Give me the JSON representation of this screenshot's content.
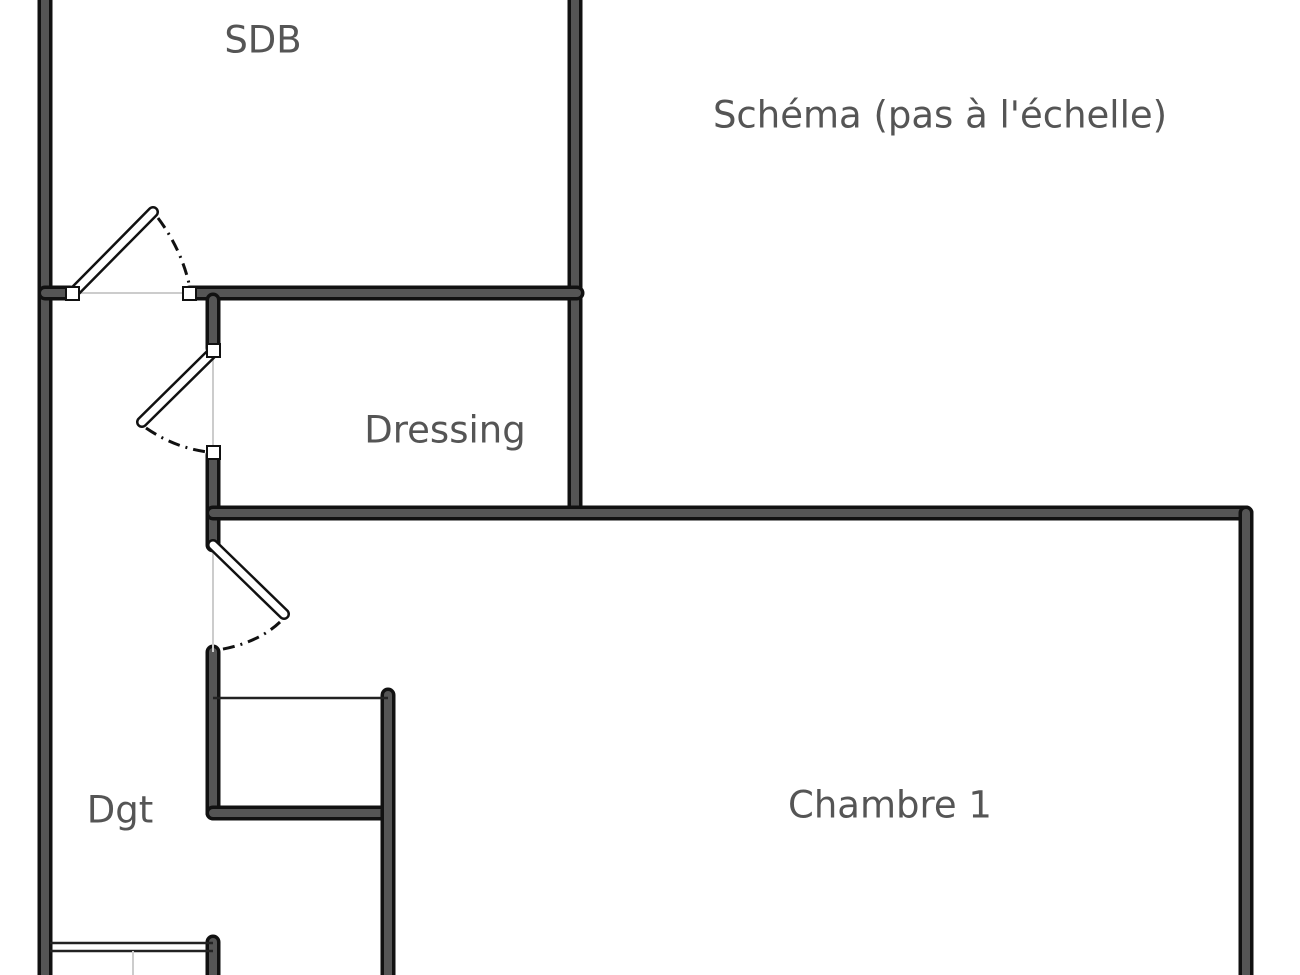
{
  "title": "Schéma (pas à l'échelle)",
  "rooms": {
    "sdb": "SDB",
    "dressing": "Dressing",
    "chambre": "Chambre 1",
    "dgt": "Dgt"
  },
  "colors": {
    "wall_outline": "#111111",
    "wall_fill": "#555555",
    "label": "#555555"
  }
}
